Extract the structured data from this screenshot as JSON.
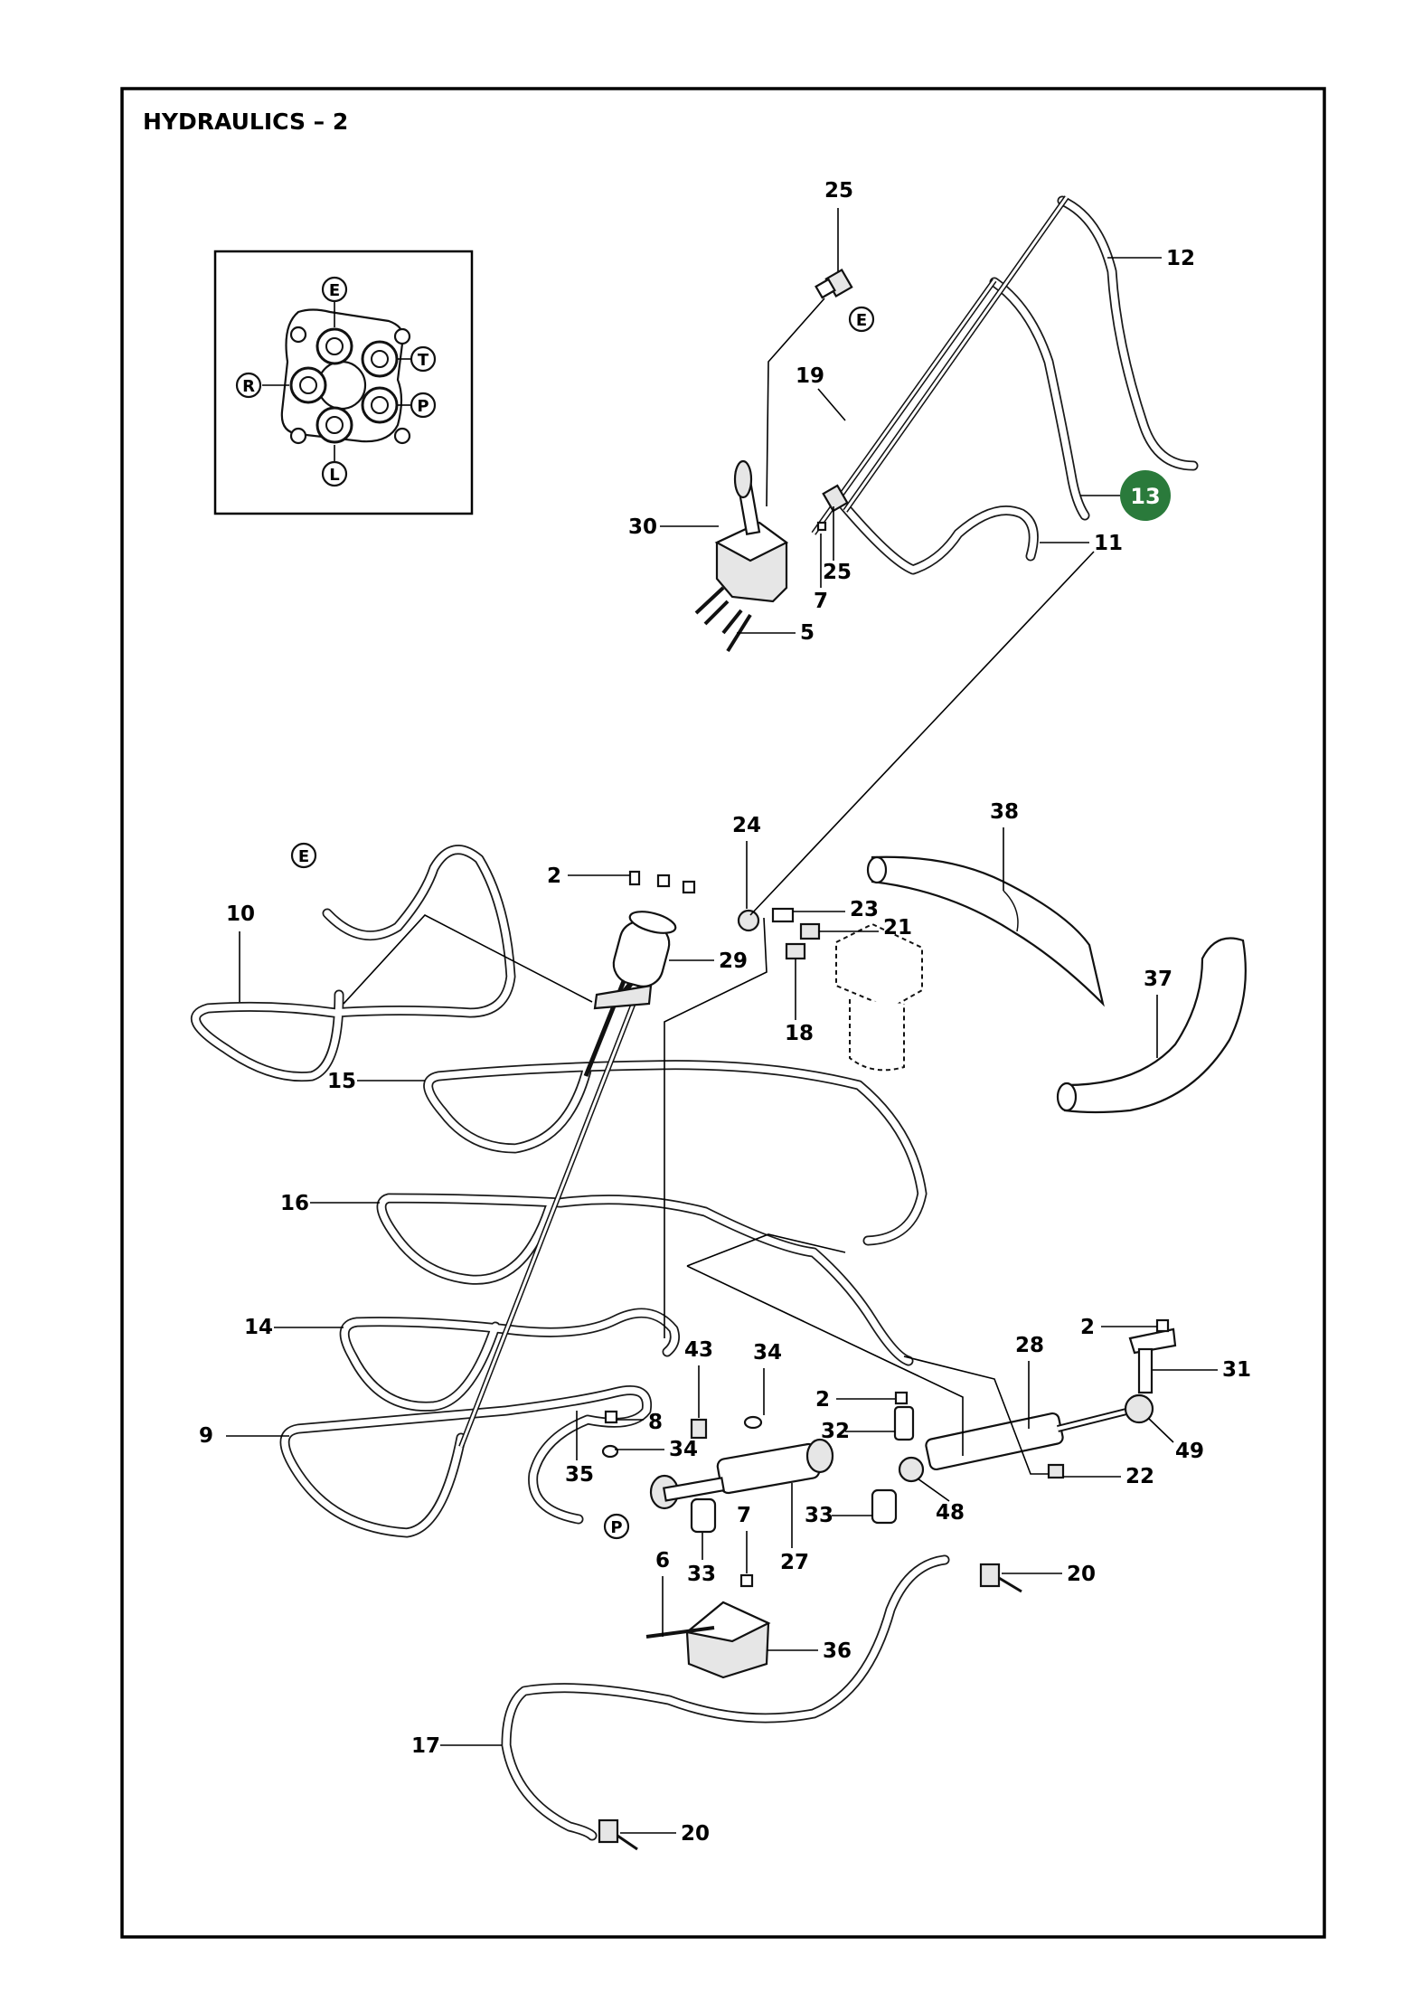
{
  "title": "HYDRAULICS – 2",
  "highlight": {
    "label": "13",
    "color": "#2a7a3b"
  },
  "port_labels": [
    "E",
    "T",
    "R",
    "P",
    "L"
  ],
  "port_tags": {
    "e_top": "E",
    "e_left": "E",
    "p_bottom": "P"
  },
  "callouts": {
    "c25a": "25",
    "c12": "12",
    "c19": "19",
    "c30": "30",
    "c25b": "25",
    "c11": "11",
    "c7a": "7",
    "c5": "5",
    "c24": "24",
    "c38": "38",
    "c2a": "2",
    "c23": "23",
    "c21": "21",
    "c29": "29",
    "c10": "10",
    "c37": "37",
    "c18": "18",
    "c15": "15",
    "c16": "16",
    "c14": "14",
    "c2b": "2",
    "c28": "28",
    "c31": "31",
    "c43": "43",
    "c34a": "34",
    "c2c": "2",
    "c9": "9",
    "c8": "8",
    "c32": "32",
    "c34b": "34",
    "c49": "49",
    "c35": "35",
    "c22": "22",
    "c48": "48",
    "c33a": "33",
    "c7b": "7",
    "c27": "27",
    "c33b": "33",
    "c6": "6",
    "c20a": "20",
    "c36": "36",
    "c17": "17",
    "c20b": "20"
  },
  "colors": {
    "ink": "#111111",
    "paper": "#ffffff",
    "highlight": "#2a7a3b"
  }
}
